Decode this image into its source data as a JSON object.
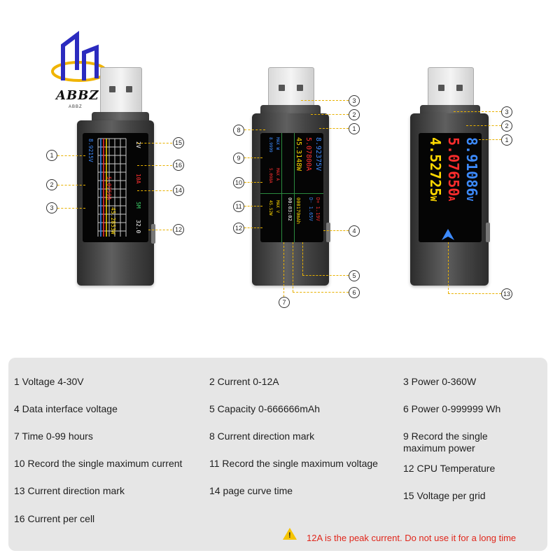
{
  "logo": {
    "text": "ABBZ",
    "sub": "ABBZ"
  },
  "device1": {
    "readings": [
      "8.9215V",
      "5.0759A",
      "45.2853W"
    ],
    "side_labels": [
      "2V",
      "10A",
      "5M",
      "32.0"
    ]
  },
  "device2": {
    "col1": [
      "8.92375V",
      "5.07800A",
      "45.3148W"
    ],
    "col2": [
      "D+ 1.19V",
      "D- 1.65V",
      "000170mAh",
      "00:03:02"
    ],
    "col3": [
      "MAX W",
      "MAX A",
      "MAX V"
    ],
    "col3_vals": [
      "8.9999",
      "5.098A",
      "45.52W"
    ]
  },
  "device3": {
    "voltage": "8.91086",
    "voltage_unit": "V",
    "current": "5.07650",
    "current_unit": "A",
    "power": "4.52725",
    "power_unit": "W"
  },
  "callouts": [
    "1",
    "2",
    "3",
    "4",
    "5",
    "6",
    "7",
    "8",
    "9",
    "10",
    "11",
    "12",
    "13",
    "14",
    "15",
    "16"
  ],
  "features": [
    "1 Voltage 4-30V",
    "2 Current 0-12A",
    "3 Power 0-360W",
    "4 Data interface voltage",
    "5 Capacity 0-666666mAh",
    "6 Power 0-999999 Wh",
    "7 Time 0-99 hours",
    "8 Current direction mark",
    "9 Record the single\nmaximum power",
    "10 Record the single maximum current",
    "11 Record the single maximum voltage",
    "12 CPU Temperature",
    "13 Current direction mark",
    "14 page curve time",
    "15 Voltage per grid",
    "16 Current per cell"
  ],
  "warning": "12A is the peak current. Do not use it for a long time",
  "colors": {
    "accent_dash": "#e8b100",
    "warning_red": "#e0261b",
    "blue": "#3d8bff",
    "red": "#ff2d2d",
    "yellow": "#ffd800"
  }
}
